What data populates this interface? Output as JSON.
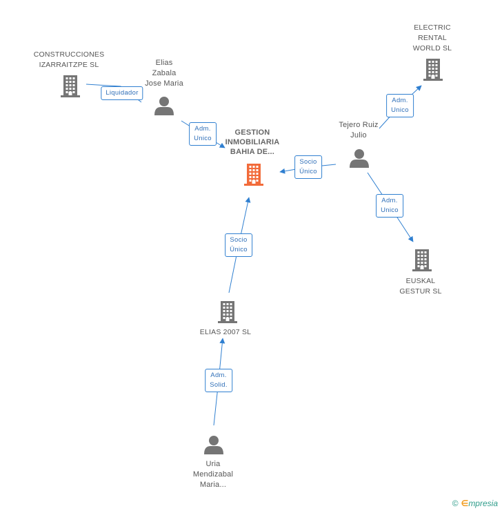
{
  "diagram": {
    "nodes": [
      {
        "id": "gestion",
        "label": "GESTION\nINMOBILIARIA\nBAHIA DE...",
        "kind": "company",
        "highlight": true
      },
      {
        "id": "construcciones",
        "label": "CONSTRUCCIONES\nIZARRAITZPE SL",
        "kind": "company"
      },
      {
        "id": "elias_person",
        "label": "Elias\nZabala\nJose Maria",
        "kind": "person"
      },
      {
        "id": "electric",
        "label": "ELECTRIC\nRENTAL\nWORLD  SL",
        "kind": "company"
      },
      {
        "id": "tejero",
        "label": "Tejero Ruiz\nJulio",
        "kind": "person"
      },
      {
        "id": "euskal",
        "label": "EUSKAL\nGESTUR SL",
        "kind": "company"
      },
      {
        "id": "elias2007",
        "label": "ELIAS 2007  SL",
        "kind": "company"
      },
      {
        "id": "uria",
        "label": "Uria\nMendizabal\nMaria...",
        "kind": "person"
      }
    ],
    "edges": [
      {
        "id": "e1",
        "label": "Liquidador",
        "from": "elias_person",
        "to": "construcciones"
      },
      {
        "id": "e2",
        "label": "Adm.\nUnico",
        "from": "elias_person",
        "to": "gestion"
      },
      {
        "id": "e3",
        "label": "Socio\nÚnico",
        "from": "tejero",
        "to": "gestion"
      },
      {
        "id": "e4",
        "label": "Adm.\nUnico",
        "from": "tejero",
        "to": "electric"
      },
      {
        "id": "e5",
        "label": "Adm.\nUnico",
        "from": "tejero",
        "to": "euskal"
      },
      {
        "id": "e6",
        "label": "Socio\nÚnico",
        "from": "elias2007",
        "to": "gestion"
      },
      {
        "id": "e7",
        "label": "Adm.\nSolid.",
        "from": "uria",
        "to": "elias2007"
      }
    ]
  },
  "colors": {
    "highlight": "#f26b3a",
    "node": "#757575",
    "edge": "#2f7fd0",
    "edge_text": "#2f6fb8"
  },
  "footer": {
    "copyright_symbol": "©",
    "brand_initial": "∈",
    "brand_rest": "mpresia"
  }
}
